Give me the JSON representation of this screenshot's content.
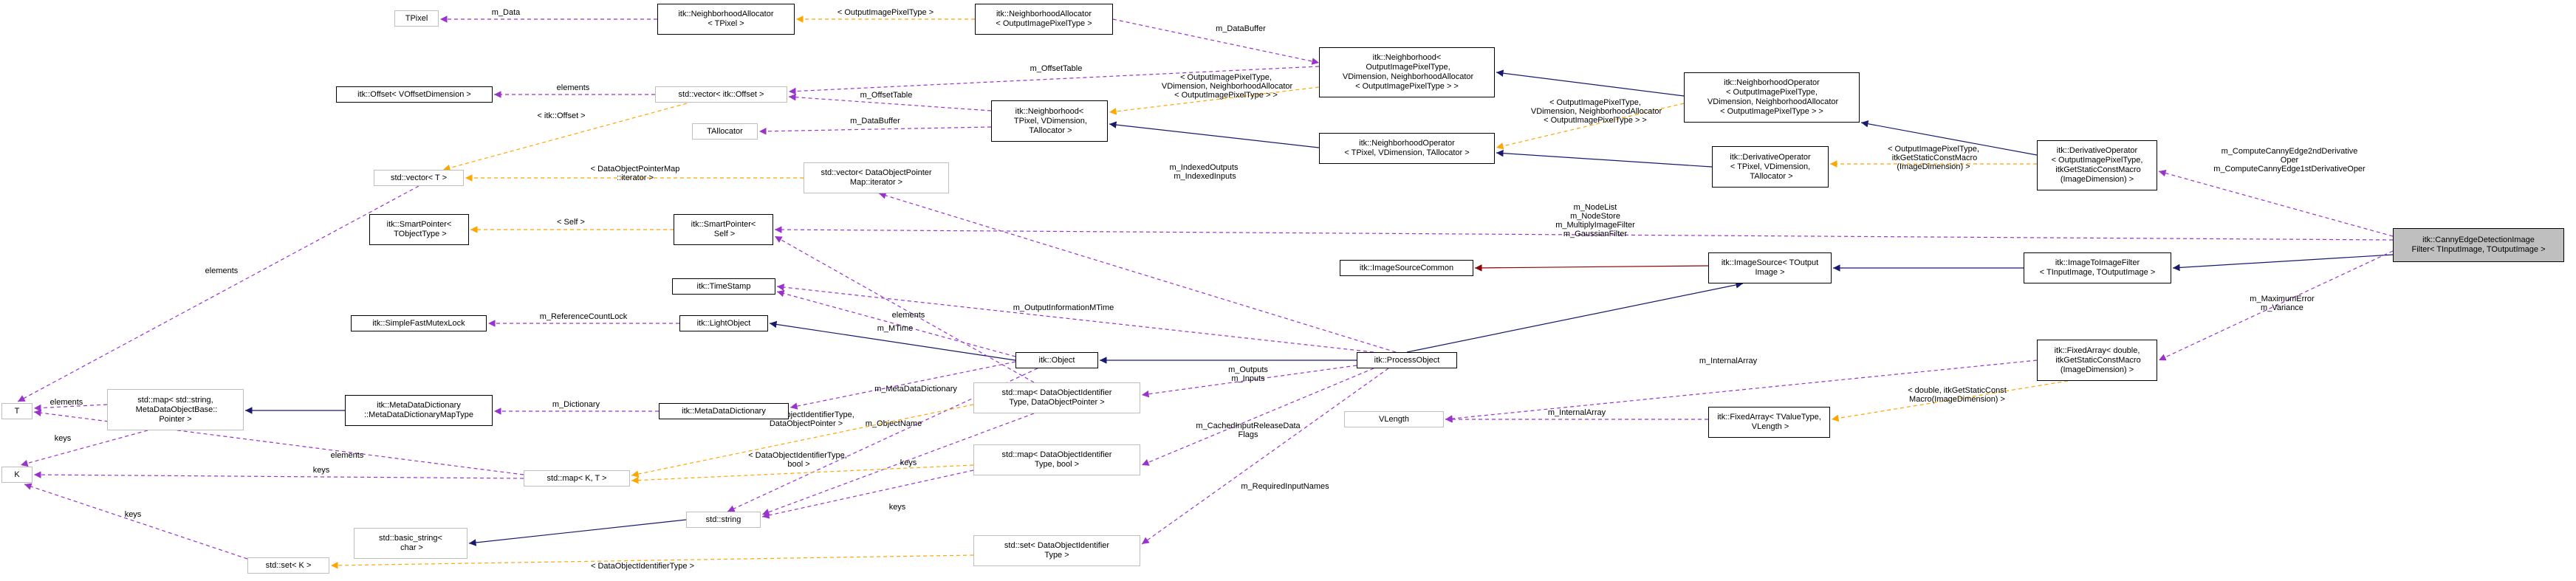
{
  "diagram": {
    "nodes": [
      {
        "id": "TPixel",
        "label": "TPixel",
        "style": "grey"
      },
      {
        "id": "NAllocTPixel",
        "label": "itk::NeighborhoodAllocator\n< TPixel >",
        "style": "normal"
      },
      {
        "id": "NAllocOut",
        "label": "itk::NeighborhoodAllocator\n< OutputImagePixelType >",
        "style": "normal"
      },
      {
        "id": "NeighOut",
        "label": "itk::Neighborhood<\n OutputImagePixelType,\n VDimension, NeighborhoodAllocator\n< OutputImagePixelType > >",
        "style": "normal"
      },
      {
        "id": "NOpOut",
        "label": "itk::NeighborhoodOperator\n< OutputImagePixelType,\n VDimension, NeighborhoodAllocator\n< OutputImagePixelType > >",
        "style": "normal"
      },
      {
        "id": "OffsetV",
        "label": "itk::Offset< VOffsetDimension >",
        "style": "normal"
      },
      {
        "id": "VecOffset",
        "label": "std::vector< itk::Offset >",
        "style": "grey"
      },
      {
        "id": "NeighT",
        "label": "itk::Neighborhood<\n TPixel, VDimension,\n TAllocator >",
        "style": "normal"
      },
      {
        "id": "TAllocator",
        "label": "TAllocator",
        "style": "grey"
      },
      {
        "id": "NOpT",
        "label": "itk::NeighborhoodOperator\n< TPixel, VDimension, TAllocator >",
        "style": "normal"
      },
      {
        "id": "DerivOpT",
        "label": "itk::DerivativeOperator\n< TPixel, VDimension,\n TAllocator >",
        "style": "normal"
      },
      {
        "id": "DerivOpOut",
        "label": "itk::DerivativeOperator\n< OutputImagePixelType,\n itkGetStaticConstMacro\n(ImageDimension) >",
        "style": "normal"
      },
      {
        "id": "VecT",
        "label": "std::vector< T >",
        "style": "grey"
      },
      {
        "id": "VecDOP",
        "label": "std::vector< DataObjectPointer\nMap::iterator >",
        "style": "grey"
      },
      {
        "id": "SPT",
        "label": "itk::SmartPointer<\n TObjectType >",
        "style": "normal"
      },
      {
        "id": "SPSelf",
        "label": "itk::SmartPointer<\n Self >",
        "style": "normal"
      },
      {
        "id": "Canny",
        "label": "itk::CannyEdgeDetectionImage\nFilter< TInputImage, TOutputImage >",
        "style": "focus"
      },
      {
        "id": "ImgSrcCommon",
        "label": "itk::ImageSourceCommon",
        "style": "normal"
      },
      {
        "id": "ImgSrc",
        "label": "itk::ImageSource< TOutput\nImage >",
        "style": "normal"
      },
      {
        "id": "ImgToImg",
        "label": "itk::ImageToImageFilter\n< TInputImage, TOutputImage >",
        "style": "normal"
      },
      {
        "id": "TimeStamp",
        "label": "itk::TimeStamp",
        "style": "normal"
      },
      {
        "id": "FastMutex",
        "label": "itk::SimpleFastMutexLock",
        "style": "normal"
      },
      {
        "id": "LightObject",
        "label": "itk::LightObject",
        "style": "normal"
      },
      {
        "id": "Object",
        "label": "itk::Object",
        "style": "normal"
      },
      {
        "id": "ProcessObject",
        "label": "itk::ProcessObject",
        "style": "normal"
      },
      {
        "id": "FixedArrayD",
        "label": "itk::FixedArray< double,\n itkGetStaticConstMacro\n(ImageDimension) >",
        "style": "normal"
      },
      {
        "id": "T",
        "label": "T",
        "style": "grey"
      },
      {
        "id": "MapStringBase",
        "label": "std::map< std::string,\n MetaDataObjectBase::\nPointer >",
        "style": "grey"
      },
      {
        "id": "MDDMapType",
        "label": "itk::MetaDataDictionary\n::MetaDataDictionaryMapType",
        "style": "normal"
      },
      {
        "id": "MDD",
        "label": "itk::MetaDataDictionary",
        "style": "normal"
      },
      {
        "id": "MapDOI",
        "label": "std::map< DataObjectIdentifier\nType, DataObjectPointer >",
        "style": "grey"
      },
      {
        "id": "VLength",
        "label": "VLength",
        "style": "grey"
      },
      {
        "id": "FixedArrayT",
        "label": "itk::FixedArray< TValueType,\n VLength >",
        "style": "normal"
      },
      {
        "id": "K",
        "label": "K",
        "style": "grey"
      },
      {
        "id": "MapKT",
        "label": "std::map< K, T >",
        "style": "grey"
      },
      {
        "id": "MapDOIBool",
        "label": "std::map< DataObjectIdentifier\nType, bool >",
        "style": "grey"
      },
      {
        "id": "BasicString",
        "label": "std::basic_string<\n char >",
        "style": "grey"
      },
      {
        "id": "String",
        "label": "std::string",
        "style": "grey"
      },
      {
        "id": "SetK",
        "label": "std::set< K >",
        "style": "grey"
      },
      {
        "id": "SetDOI",
        "label": "std::set< DataObjectIdentifier\nType >",
        "style": "grey"
      }
    ],
    "edges": [
      {
        "id": "e1",
        "kind": "usage",
        "label": "m_Data"
      },
      {
        "id": "e2",
        "kind": "template",
        "label": "< OutputImagePixelType >"
      },
      {
        "id": "e3",
        "kind": "usage",
        "label": "m_DataBuffer"
      },
      {
        "id": "e4",
        "kind": "usage",
        "label": "m_OffsetTable"
      },
      {
        "id": "e5",
        "kind": "usage",
        "label": "m_OffsetTable"
      },
      {
        "id": "e6",
        "kind": "usage",
        "label": "elements"
      },
      {
        "id": "e7",
        "kind": "template",
        "label": "< itk::Offset >"
      },
      {
        "id": "e8",
        "kind": "usage",
        "label": "m_DataBuffer"
      },
      {
        "id": "e9",
        "kind": "template",
        "label": "< OutputImagePixelType,\n VDimension, NeighborhoodAllocator\n< OutputImagePixelType > >"
      },
      {
        "id": "e10",
        "kind": "template",
        "label": "< OutputImagePixelType,\n VDimension, NeighborhoodAllocator\n< OutputImagePixelType > >"
      },
      {
        "id": "e11",
        "kind": "template",
        "label": "< OutputImagePixelType,\n itkGetStaticConstMacro\n(ImageDimension) >"
      },
      {
        "id": "e12",
        "kind": "template",
        "label": "< DataObjectPointerMap\n::iterator >"
      },
      {
        "id": "e13",
        "kind": "usage",
        "label": "m_IndexedOutputs\n m_IndexedInputs"
      },
      {
        "id": "e14",
        "kind": "usage",
        "label": "m_ComputeCannyEdge2ndDerivative\nOper\nm_ComputeCannyEdge1stDerivativeOper"
      },
      {
        "id": "e15",
        "kind": "template",
        "label": "< Self >"
      },
      {
        "id": "e16",
        "kind": "usage",
        "label": "m_NodeList\nm_NodeStore\nm_MultiplyImageFilter\nm_GaussianFilter"
      },
      {
        "id": "e17",
        "kind": "usage",
        "label": "elements"
      },
      {
        "id": "e18",
        "kind": "usage",
        "label": "elements"
      },
      {
        "id": "e19",
        "kind": "usage",
        "label": "m_OutputInformationMTime"
      },
      {
        "id": "e20",
        "kind": "usage",
        "label": "m_MTime"
      },
      {
        "id": "e21",
        "kind": "usage",
        "label": "m_ReferenceCountLock"
      },
      {
        "id": "e22",
        "kind": "usage",
        "label": "m_MaximumError\nm_Variance"
      },
      {
        "id": "e23",
        "kind": "usage",
        "label": "m_InternalArray"
      },
      {
        "id": "e24",
        "kind": "usage",
        "label": "m_Dictionary"
      },
      {
        "id": "e25",
        "kind": "usage",
        "label": "m_MetaDataDictionary"
      },
      {
        "id": "e26",
        "kind": "usage",
        "label": "elements"
      },
      {
        "id": "e27",
        "kind": "usage",
        "label": "keys"
      },
      {
        "id": "e28",
        "kind": "usage",
        "label": "m_Outputs\nm_Inputs"
      },
      {
        "id": "e29",
        "kind": "usage",
        "label": "m_ObjectName"
      },
      {
        "id": "e30",
        "kind": "template",
        "label": "< DataObjectIdentifierType,\n DataObjectPointer >"
      },
      {
        "id": "e31",
        "kind": "template",
        "label": "< double, itkGetStaticConst\nMacro(ImageDimension) >"
      },
      {
        "id": "e32",
        "kind": "usage",
        "label": "m_InternalArray"
      },
      {
        "id": "e33",
        "kind": "usage",
        "label": "keys"
      },
      {
        "id": "e34",
        "kind": "usage",
        "label": "elements"
      },
      {
        "id": "e35",
        "kind": "template",
        "label": "< DataObjectIdentifierType,\n bool >"
      },
      {
        "id": "e36",
        "kind": "usage",
        "label": "m_CachedInputReleaseData\nFlags"
      },
      {
        "id": "e37",
        "kind": "usage",
        "label": "keys"
      },
      {
        "id": "e38",
        "kind": "usage",
        "label": "keys"
      },
      {
        "id": "e39",
        "kind": "usage",
        "label": "m_RequiredInputNames"
      },
      {
        "id": "e40",
        "kind": "usage",
        "label": "keys"
      },
      {
        "id": "e41",
        "kind": "template",
        "label": "< DataObjectIdentifierType >"
      }
    ]
  }
}
